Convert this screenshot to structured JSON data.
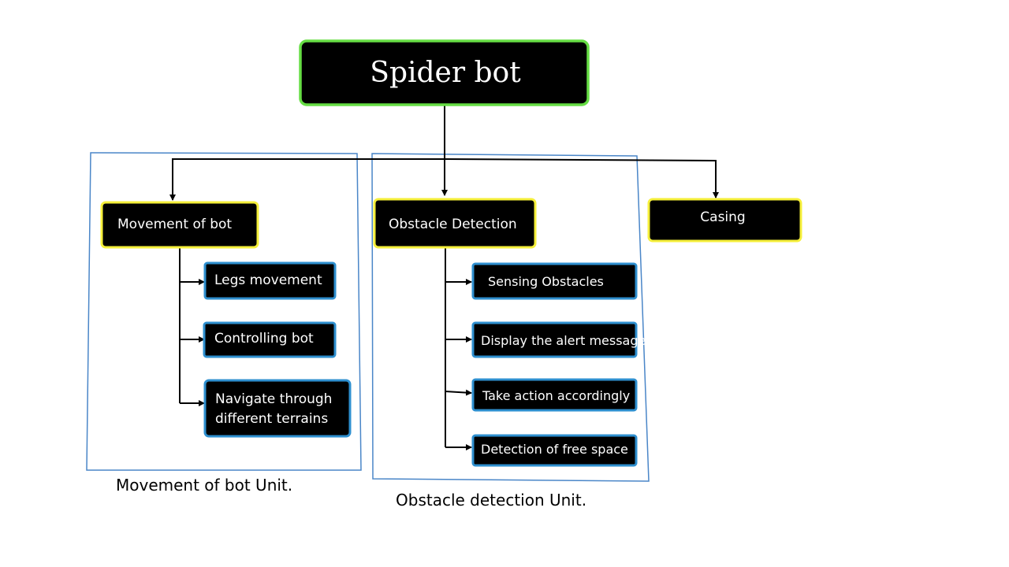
{
  "root": {
    "label": "Spider bot"
  },
  "branches": {
    "movement": {
      "label": "Movement of bot",
      "unit_label": "Movement of bot Unit.",
      "children": [
        "Legs movement",
        "Controlling bot",
        "Navigate through",
        "different  terrains"
      ]
    },
    "obstacle": {
      "label": "Obstacle Detection",
      "unit_label": "Obstacle detection Unit.",
      "children": [
        "Sensing Obstacles",
        "Display the alert message",
        "Take action accordingly",
        "Detection of free space"
      ]
    },
    "casing": {
      "label": "Casing"
    }
  },
  "colors": {
    "root_border": "#66dd44",
    "branch_border": "#f5ef3a",
    "leaf_border": "#2e8fcf",
    "unit_border": "#4a86c8",
    "box_fill": "#000000",
    "text": "#ffffff"
  }
}
